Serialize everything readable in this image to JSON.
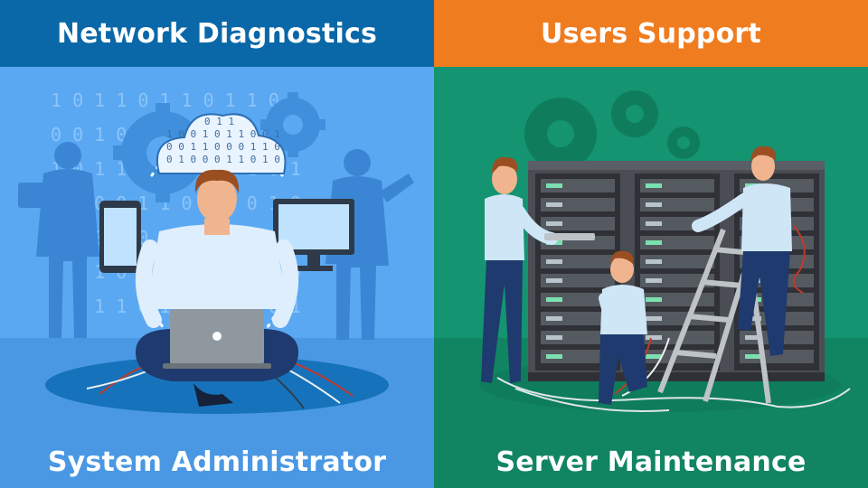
{
  "left_panel": {
    "title": "Network Diagnostics",
    "caption": "System Administrator",
    "colors": {
      "header": "#0a68a8",
      "scene": "#55a5f0",
      "scene_light": "#6fb7f7",
      "floor": "#0b6aa9",
      "silhouette": "#3a86d4"
    },
    "binary_rows": [
      "1 0 1 1 0 1 1 0 1 1 0 1",
      "0 0 1 0 1 1 0 1 0 1 0 0",
      "1 0 1 1 0 0 1 0 1 1 0 1",
      "0 1 0 0 1 1 0 1 0 0 1 0",
      "1 1 0 1 0 0 1 1 0 1 0 1",
      "0 0 1 0 1 1 0 0 1 0 1 0",
      "1 0 1 1 0 1 0 1 1 0 0 1"
    ],
    "cloud_rows": [
      "0 1 1",
      "1 0 0 1 0 1 1 0 0 1",
      "0 0 1 1 0 0 0 1 1 0",
      "0 1 0 0 0 1 1 0 1 0"
    ]
  },
  "right_panel": {
    "title": "Users Support",
    "caption": "Server Maintenance",
    "colors": {
      "header": "#f07c20",
      "scene": "#149470",
      "floor": "#0f7d5c",
      "rack": "#4a4d53",
      "rack_dark": "#2f3136"
    }
  },
  "icons": [
    "gear-icon",
    "cloud-icon",
    "tablet-icon",
    "monitor-icon",
    "laptop-icon"
  ]
}
